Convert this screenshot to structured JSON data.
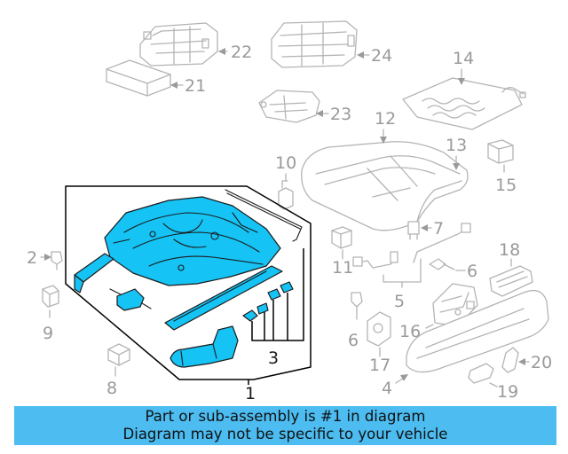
{
  "callouts": {
    "c1": "1",
    "c2": "2",
    "c3": "3",
    "c4": "4",
    "c5": "5",
    "c6a": "6",
    "c6b": "6",
    "c7": "7",
    "c8": "8",
    "c9": "9",
    "c10": "10",
    "c11": "11",
    "c12": "12",
    "c13": "13",
    "c14": "14",
    "c15": "15",
    "c16": "16",
    "c17": "17",
    "c18": "18",
    "c19": "19",
    "c20": "20",
    "c21": "21",
    "c22": "22",
    "c23": "23",
    "c24": "24"
  },
  "banner": {
    "line1": "Part or sub-assembly is #1 in diagram",
    "line2": "Diagram may not be specific to your vehicle"
  },
  "colors": {
    "highlight": "#15c3f5",
    "banner": "#4cbcf1",
    "callout_gray": "#9a9a9a"
  }
}
